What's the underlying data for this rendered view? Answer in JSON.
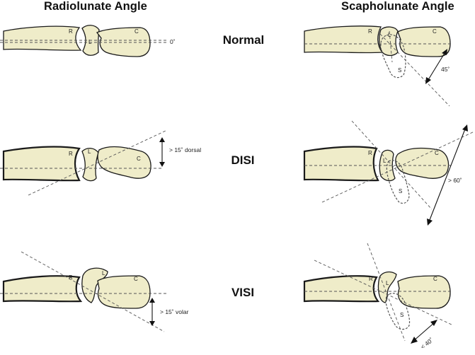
{
  "titles": {
    "left": "Radiolunate Angle",
    "right": "Scapholunate Angle"
  },
  "rows": {
    "normal": "Normal",
    "disi": "DISI",
    "visi": "VISI"
  },
  "bone_labels": {
    "radius": "R",
    "lunate": "L",
    "capitate": "C",
    "scaphoid": "S"
  },
  "angle_labels": {
    "normal_radiolunate": "0˚",
    "normal_scapholunate": "45˚",
    "disi_radiolunate": "> 15˚ dorsal",
    "disi_scapholunate": "> 60˚",
    "visi_radiolunate": "> 15˚ volar",
    "visi_scapholunate": "< 40˚"
  },
  "colors": {
    "bone_fill": "#efecc9",
    "outline": "#1a1a1a",
    "axis_line": "#555555"
  }
}
